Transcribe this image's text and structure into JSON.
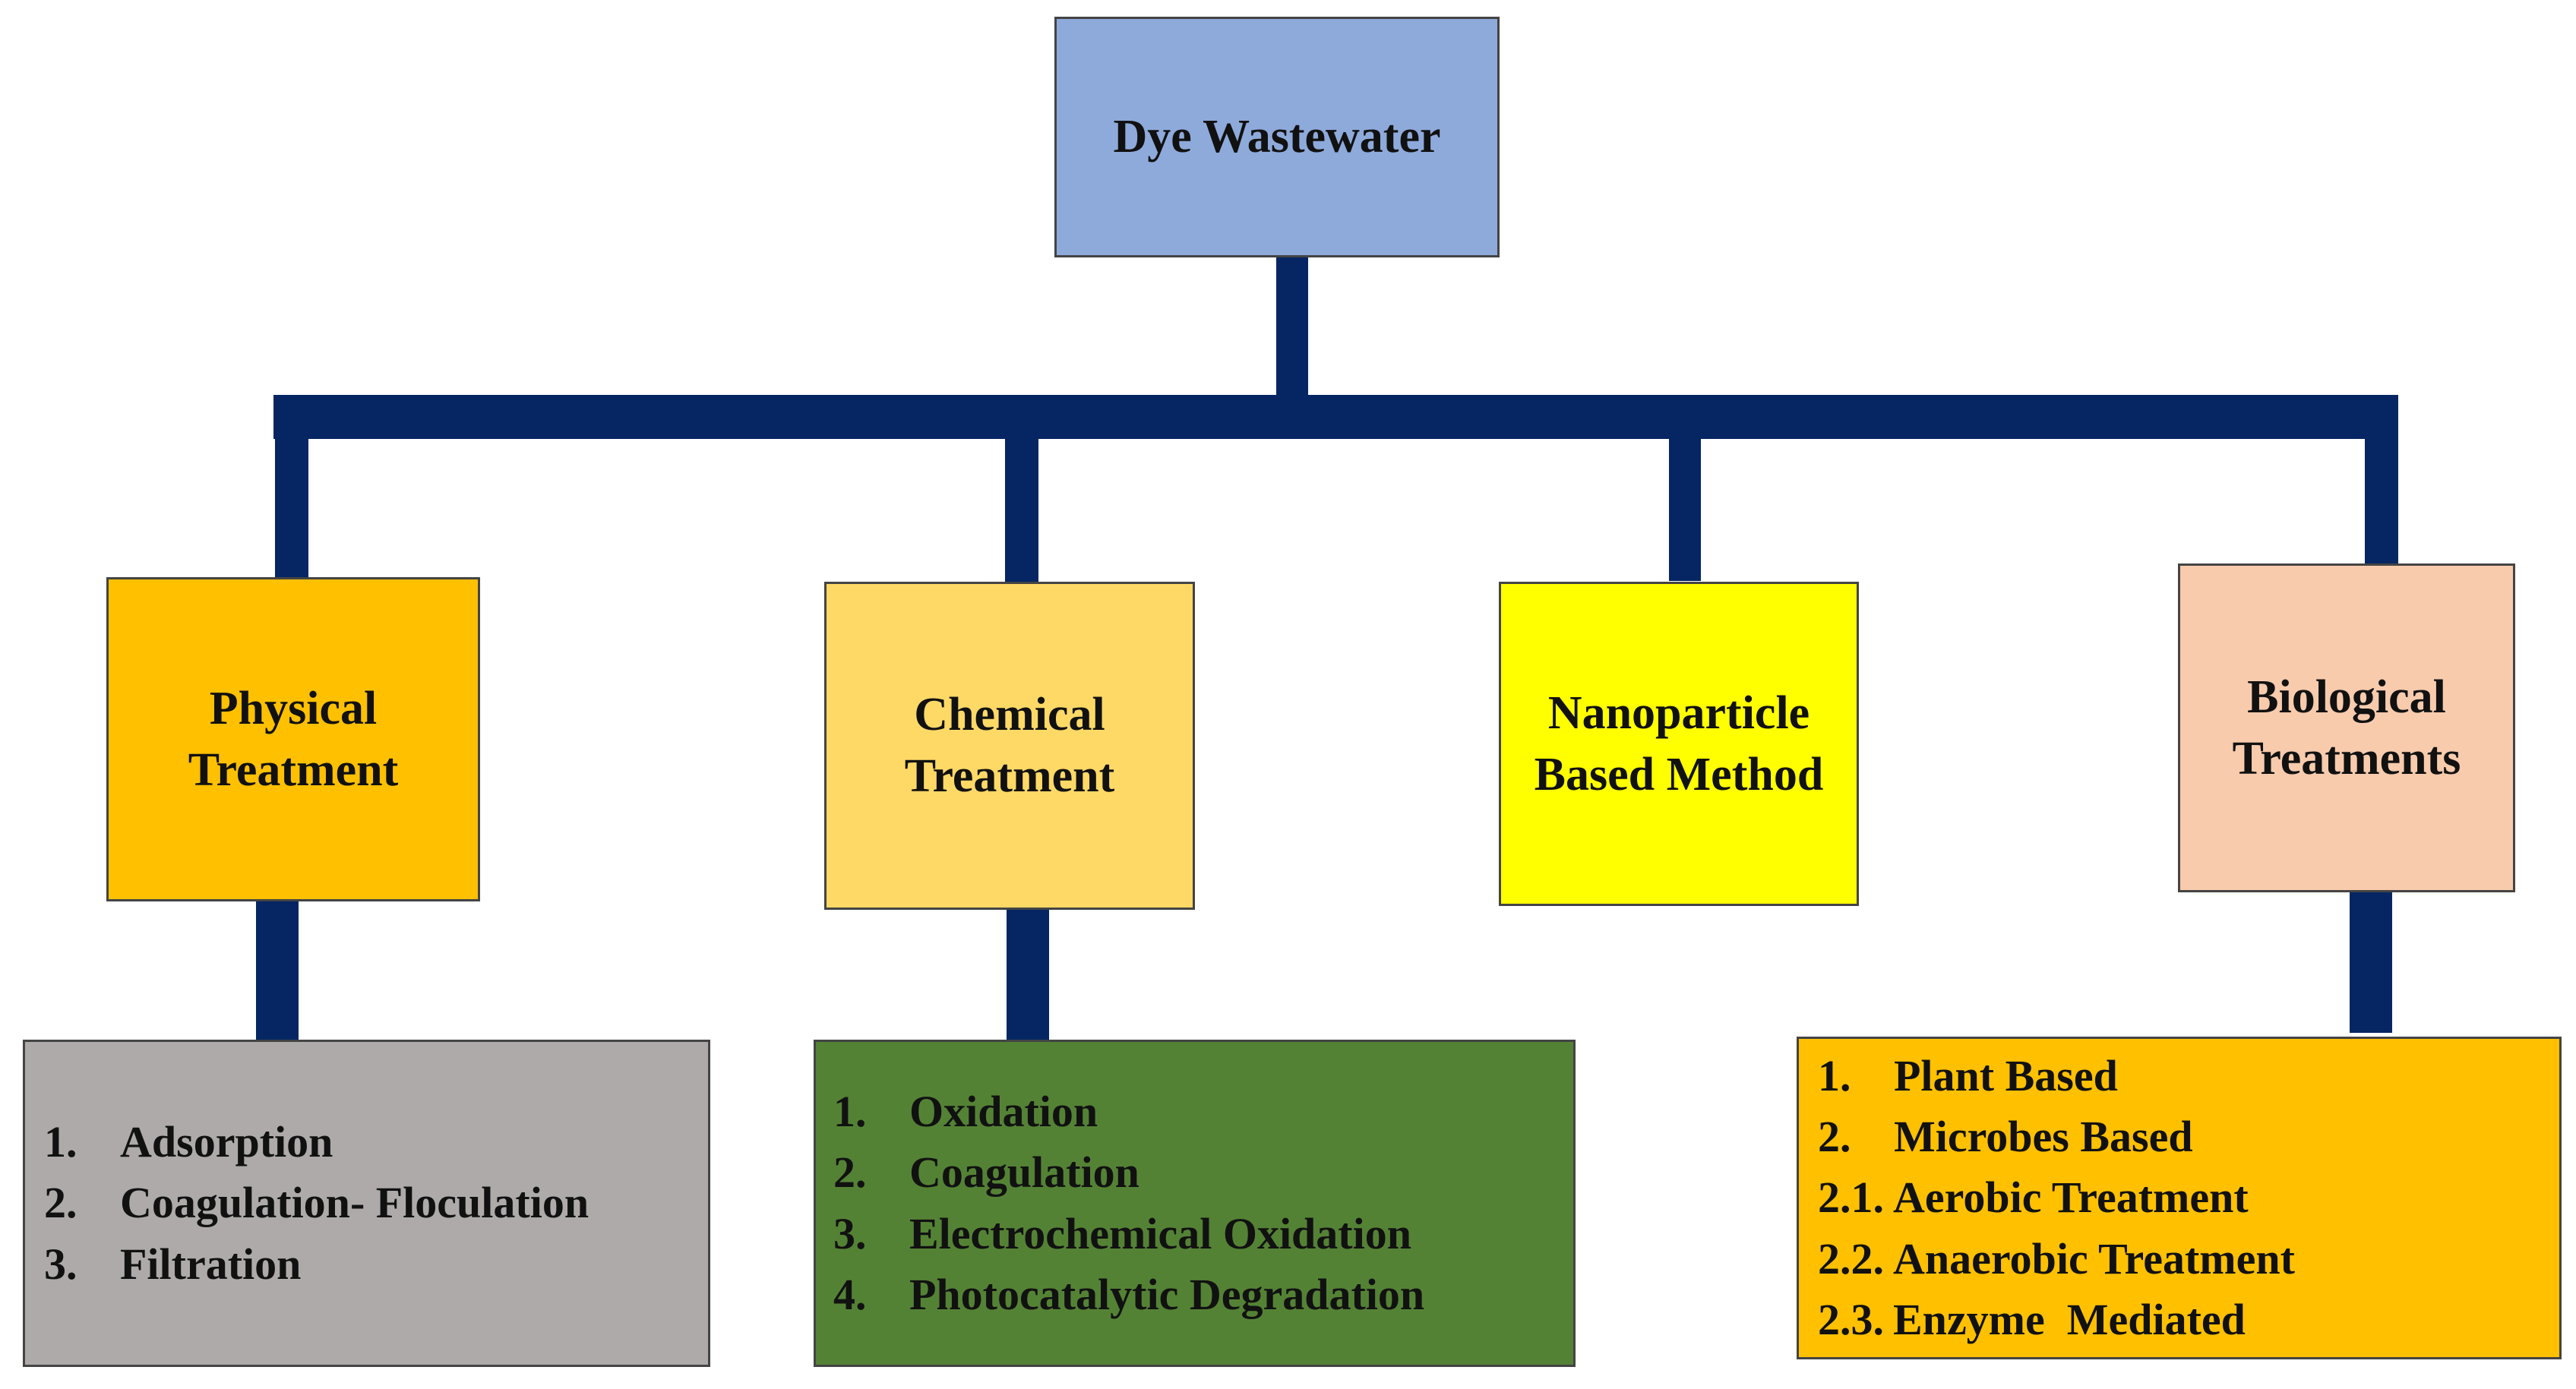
{
  "root": {
    "label": "Dye Wastewater",
    "color": "#8eaadb"
  },
  "categories": [
    {
      "id": "physical",
      "label": "Physical\nTreatment",
      "color": "#ffc000",
      "methods_color": "#aeaaaa",
      "methods": [
        {
          "num": "1.",
          "text": "Adsorption"
        },
        {
          "num": "2.",
          "text": "Coagulation- Floculation"
        },
        {
          "num": "3.",
          "text": "Filtration"
        }
      ]
    },
    {
      "id": "chemical",
      "label": "Chemical\nTreatment",
      "color": "#ffd966",
      "methods_color": "#548235",
      "methods": [
        {
          "num": "1.",
          "text": "Oxidation"
        },
        {
          "num": "2.",
          "text": "Coagulation"
        },
        {
          "num": "3.",
          "text": "Electrochemical Oxidation"
        },
        {
          "num": "4.",
          "text": "Photocatalytic Degradation"
        }
      ]
    },
    {
      "id": "nanoparticle",
      "label": "Nanoparticle\nBased Method",
      "color": "#ffff00"
    },
    {
      "id": "biological",
      "label": "Biological\nTreatments",
      "color": "#f8cbad",
      "methods_color": "#ffc000",
      "methods": [
        {
          "num": "1.",
          "text": "Plant Based"
        },
        {
          "num": "2.",
          "text": "Microbes Based"
        },
        {
          "num": "2.1.",
          "text": "Aerobic Treatment"
        },
        {
          "num": "2.2.",
          "text": "Anaerobic Treatment"
        },
        {
          "num": "2.3.",
          "text": "Enzyme  Mediated"
        }
      ]
    }
  ],
  "connector_color": "#052663"
}
